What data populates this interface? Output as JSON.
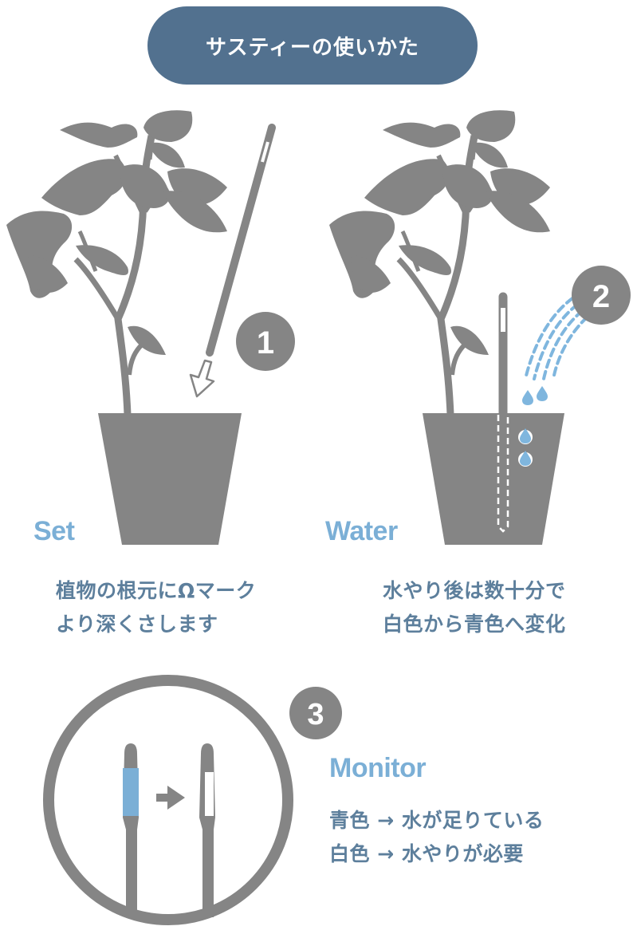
{
  "header": {
    "title": "サスティーの使いかた"
  },
  "colors": {
    "header_bg": "#52718f",
    "illustration_gray": "#858585",
    "accent_blue": "#7bafd6",
    "text_blue": "#5d7f9c",
    "water_blue": "#7fb6de"
  },
  "steps": [
    {
      "number": "1",
      "label": "Set",
      "description": [
        "植物の根元にΩマーク",
        "より深くさします"
      ]
    },
    {
      "number": "2",
      "label": "Water",
      "description": [
        "水やり後は数十分で",
        "白色から青色へ変化"
      ]
    },
    {
      "number": "3",
      "label": "Monitor",
      "description": [
        "青色 → 水が足りている",
        "白色 → 水やりが必要"
      ]
    }
  ]
}
